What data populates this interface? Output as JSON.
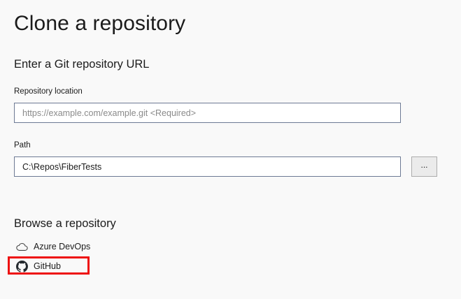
{
  "page": {
    "title": "Clone a repository",
    "background_color": "#f9f9f9",
    "text_color": "#1b1b1b"
  },
  "url_section": {
    "heading": "Enter a Git repository URL",
    "location_field": {
      "label": "Repository location",
      "value": "",
      "placeholder": "https://example.com/example.git <Required>"
    },
    "path_field": {
      "label": "Path",
      "value": "C:\\Repos\\FiberTests",
      "placeholder": "",
      "browse_button_label": "..."
    }
  },
  "browse_section": {
    "heading": "Browse a repository",
    "items": [
      {
        "label": "Azure DevOps",
        "icon": "cloud-icon"
      },
      {
        "label": "GitHub",
        "icon": "github-icon"
      }
    ]
  },
  "annotation": {
    "highlight_color": "#ee1111",
    "highlight_target": "GitHub"
  }
}
